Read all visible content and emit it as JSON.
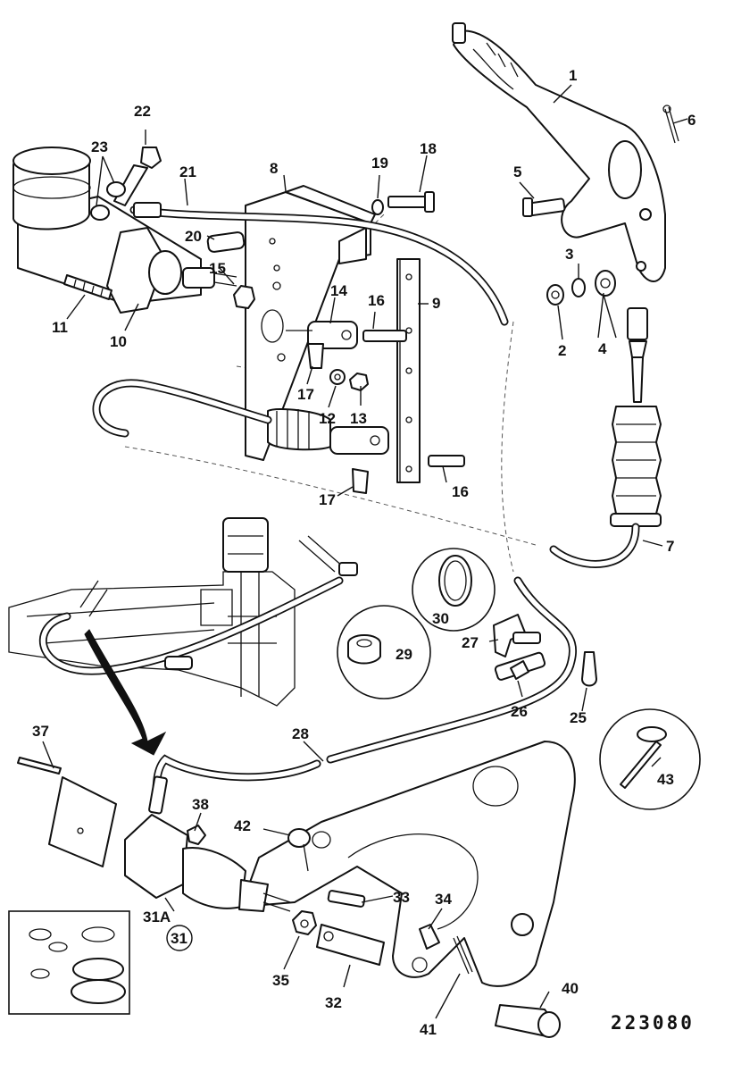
{
  "figure": {
    "reference_number": "223080",
    "callouts": [
      "1",
      "2",
      "3",
      "4",
      "5",
      "6",
      "7",
      "8",
      "9",
      "10",
      "11",
      "12",
      "13",
      "14",
      "15",
      "16",
      "16",
      "17",
      "17",
      "18",
      "19",
      "20",
      "21",
      "22",
      "23",
      "25",
      "26",
      "27",
      "28",
      "29",
      "30",
      "31A",
      "31",
      "32",
      "33",
      "34",
      "35",
      "37",
      "38",
      "40",
      "41",
      "42",
      "43"
    ]
  }
}
